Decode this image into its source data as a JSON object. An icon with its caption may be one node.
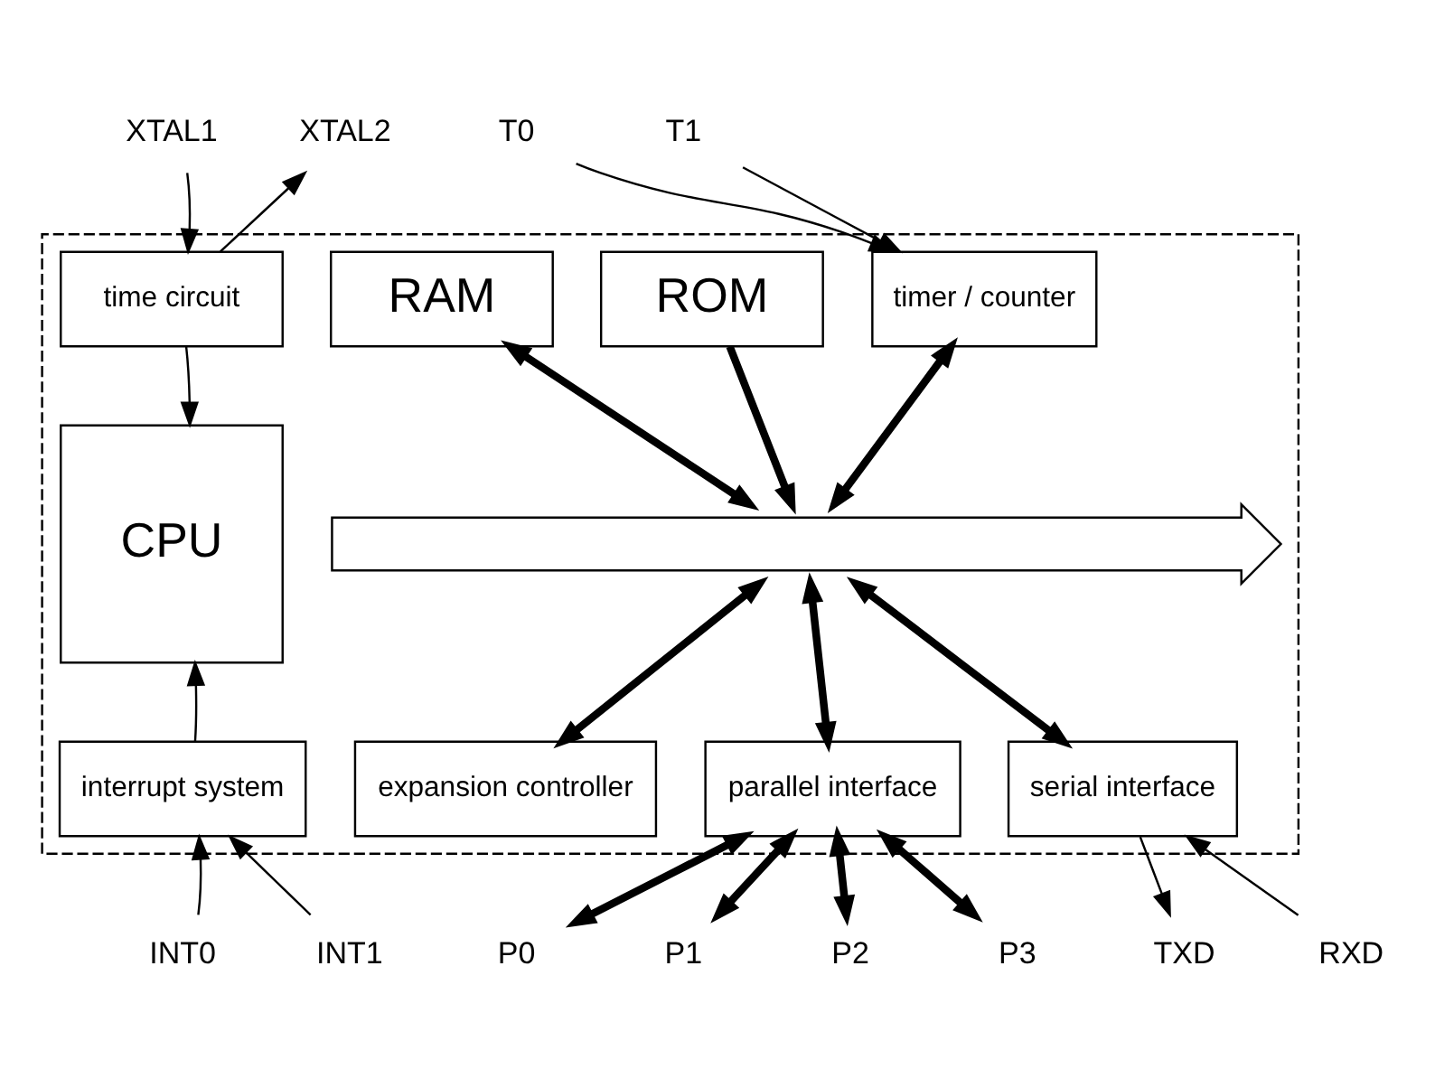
{
  "diagram": {
    "nodes": [
      {
        "text": [],
        "shape": "box"
      },
      {
        "text": [
          "XTAL1"
        ]
      },
      {
        "text": [
          "XTAL2"
        ]
      },
      {
        "text": [
          "T0"
        ]
      },
      {
        "text": [
          "T1"
        ]
      },
      {
        "text": [
          "time circuit"
        ],
        "in": 0
      },
      {
        "text": [
          "RAM"
        ],
        "in": 0
      },
      {
        "text": [
          "ROM"
        ],
        "in": 0
      },
      {
        "text": [
          "timer / counter"
        ],
        "in": 0
      },
      {
        "text": [
          "CPU"
        ],
        "in": 0
      },
      {
        "text": [],
        "shape": "bar",
        "in": 0
      },
      {
        "text": [
          "interrupt system"
        ],
        "in": 0
      },
      {
        "text": [
          "expansion controller"
        ],
        "in": 0
      },
      {
        "text": [
          "parallel interface"
        ],
        "in": 0
      },
      {
        "text": [
          "serial interface"
        ],
        "in": 0
      },
      {
        "text": [
          "INT0"
        ]
      },
      {
        "text": [
          "INT1"
        ]
      },
      {
        "text": [
          "P0"
        ]
      },
      {
        "text": [
          "P1"
        ]
      },
      {
        "text": [
          "P2"
        ]
      },
      {
        "text": [
          "P3"
        ]
      },
      {
        "text": [
          "TXD"
        ]
      },
      {
        "text": [
          "RXD"
        ]
      }
    ],
    "edges": [
      {
        "from": 1,
        "to": 5,
        "arrow": "to"
      },
      {
        "from": 5,
        "to": 2,
        "arrow": "to"
      },
      {
        "from": 3,
        "to": 8,
        "arrow": "to"
      },
      {
        "from": 4,
        "to": 8,
        "arrow": "to"
      },
      {
        "from": 5,
        "to": 9,
        "arrow": "to"
      },
      {
        "from": 6,
        "to": 10,
        "arrow": "both",
        "style": "thick"
      },
      {
        "from": 7,
        "to": 10,
        "arrow": "to",
        "style": "thick"
      },
      {
        "from": 8,
        "to": 10,
        "arrow": "both",
        "style": "thick"
      },
      {
        "from": 10,
        "to": 12,
        "arrow": "both",
        "style": "thick"
      },
      {
        "from": 10,
        "to": 13,
        "arrow": "both",
        "style": "thick"
      },
      {
        "from": 10,
        "to": 14,
        "arrow": "both",
        "style": "thick"
      },
      {
        "from": 11,
        "to": 9,
        "arrow": "to"
      },
      {
        "from": 15,
        "to": 11,
        "arrow": "to"
      },
      {
        "from": 16,
        "to": 11,
        "arrow": "to"
      },
      {
        "from": 13,
        "to": 17,
        "arrow": "both",
        "style": "thick"
      },
      {
        "from": 13,
        "to": 18,
        "arrow": "both",
        "style": "thick"
      },
      {
        "from": 13,
        "to": 19,
        "arrow": "both",
        "style": "thick"
      },
      {
        "from": 13,
        "to": 20,
        "arrow": "both",
        "style": "thick"
      },
      {
        "from": 14,
        "to": 21,
        "arrow": "to"
      },
      {
        "from": 22,
        "to": 14,
        "arrow": "to"
      }
    ]
  }
}
